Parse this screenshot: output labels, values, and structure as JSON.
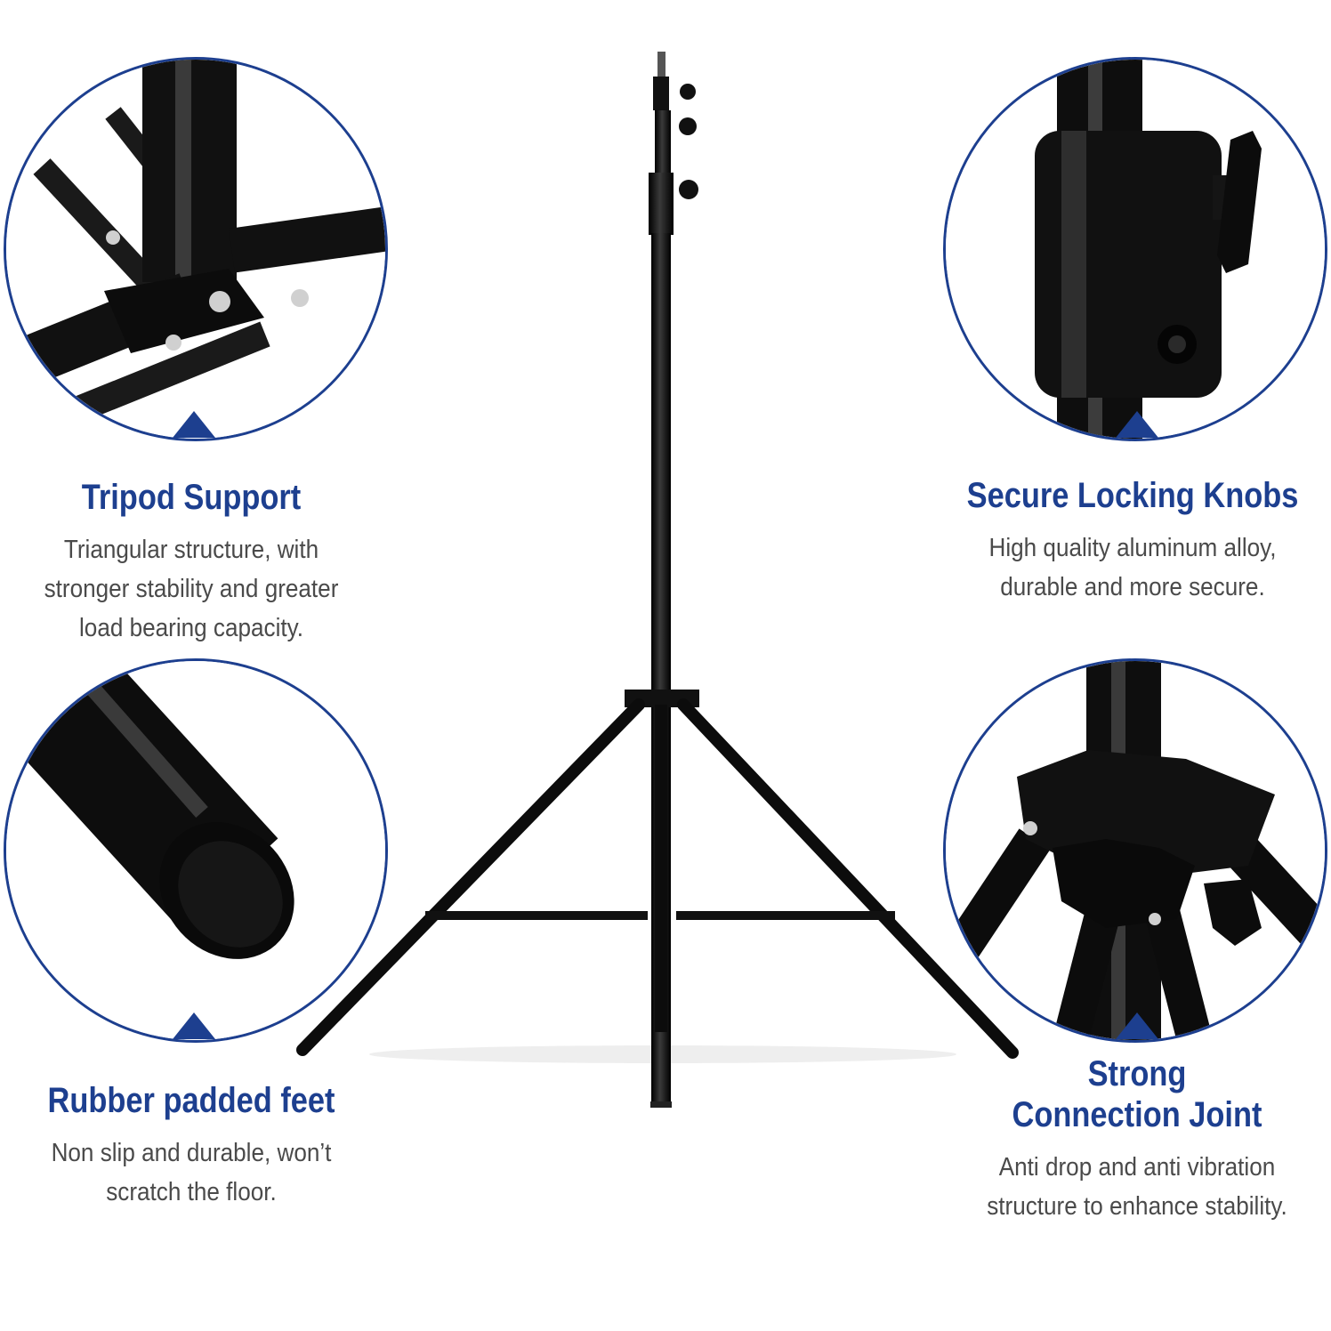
{
  "colors": {
    "accent": "#1d3f8f",
    "body_text": "#4a4a4a",
    "metal": "#0c0c0c"
  },
  "features": {
    "tripod_support": {
      "title": "Tripod Support",
      "description": "Triangular structure, with stronger stability and greater load bearing capacity."
    },
    "locking_knobs": {
      "title": "Secure Locking Knobs",
      "description": "High quality aluminum alloy, durable and more secure."
    },
    "rubber_feet": {
      "title": "Rubber padded feet",
      "description": "Non slip and durable, won’t scratch the floor."
    },
    "connection_joint": {
      "title": "Strong\nConnection Joint",
      "description": "Anti drop and anti vibration structure to enhance stability."
    }
  }
}
